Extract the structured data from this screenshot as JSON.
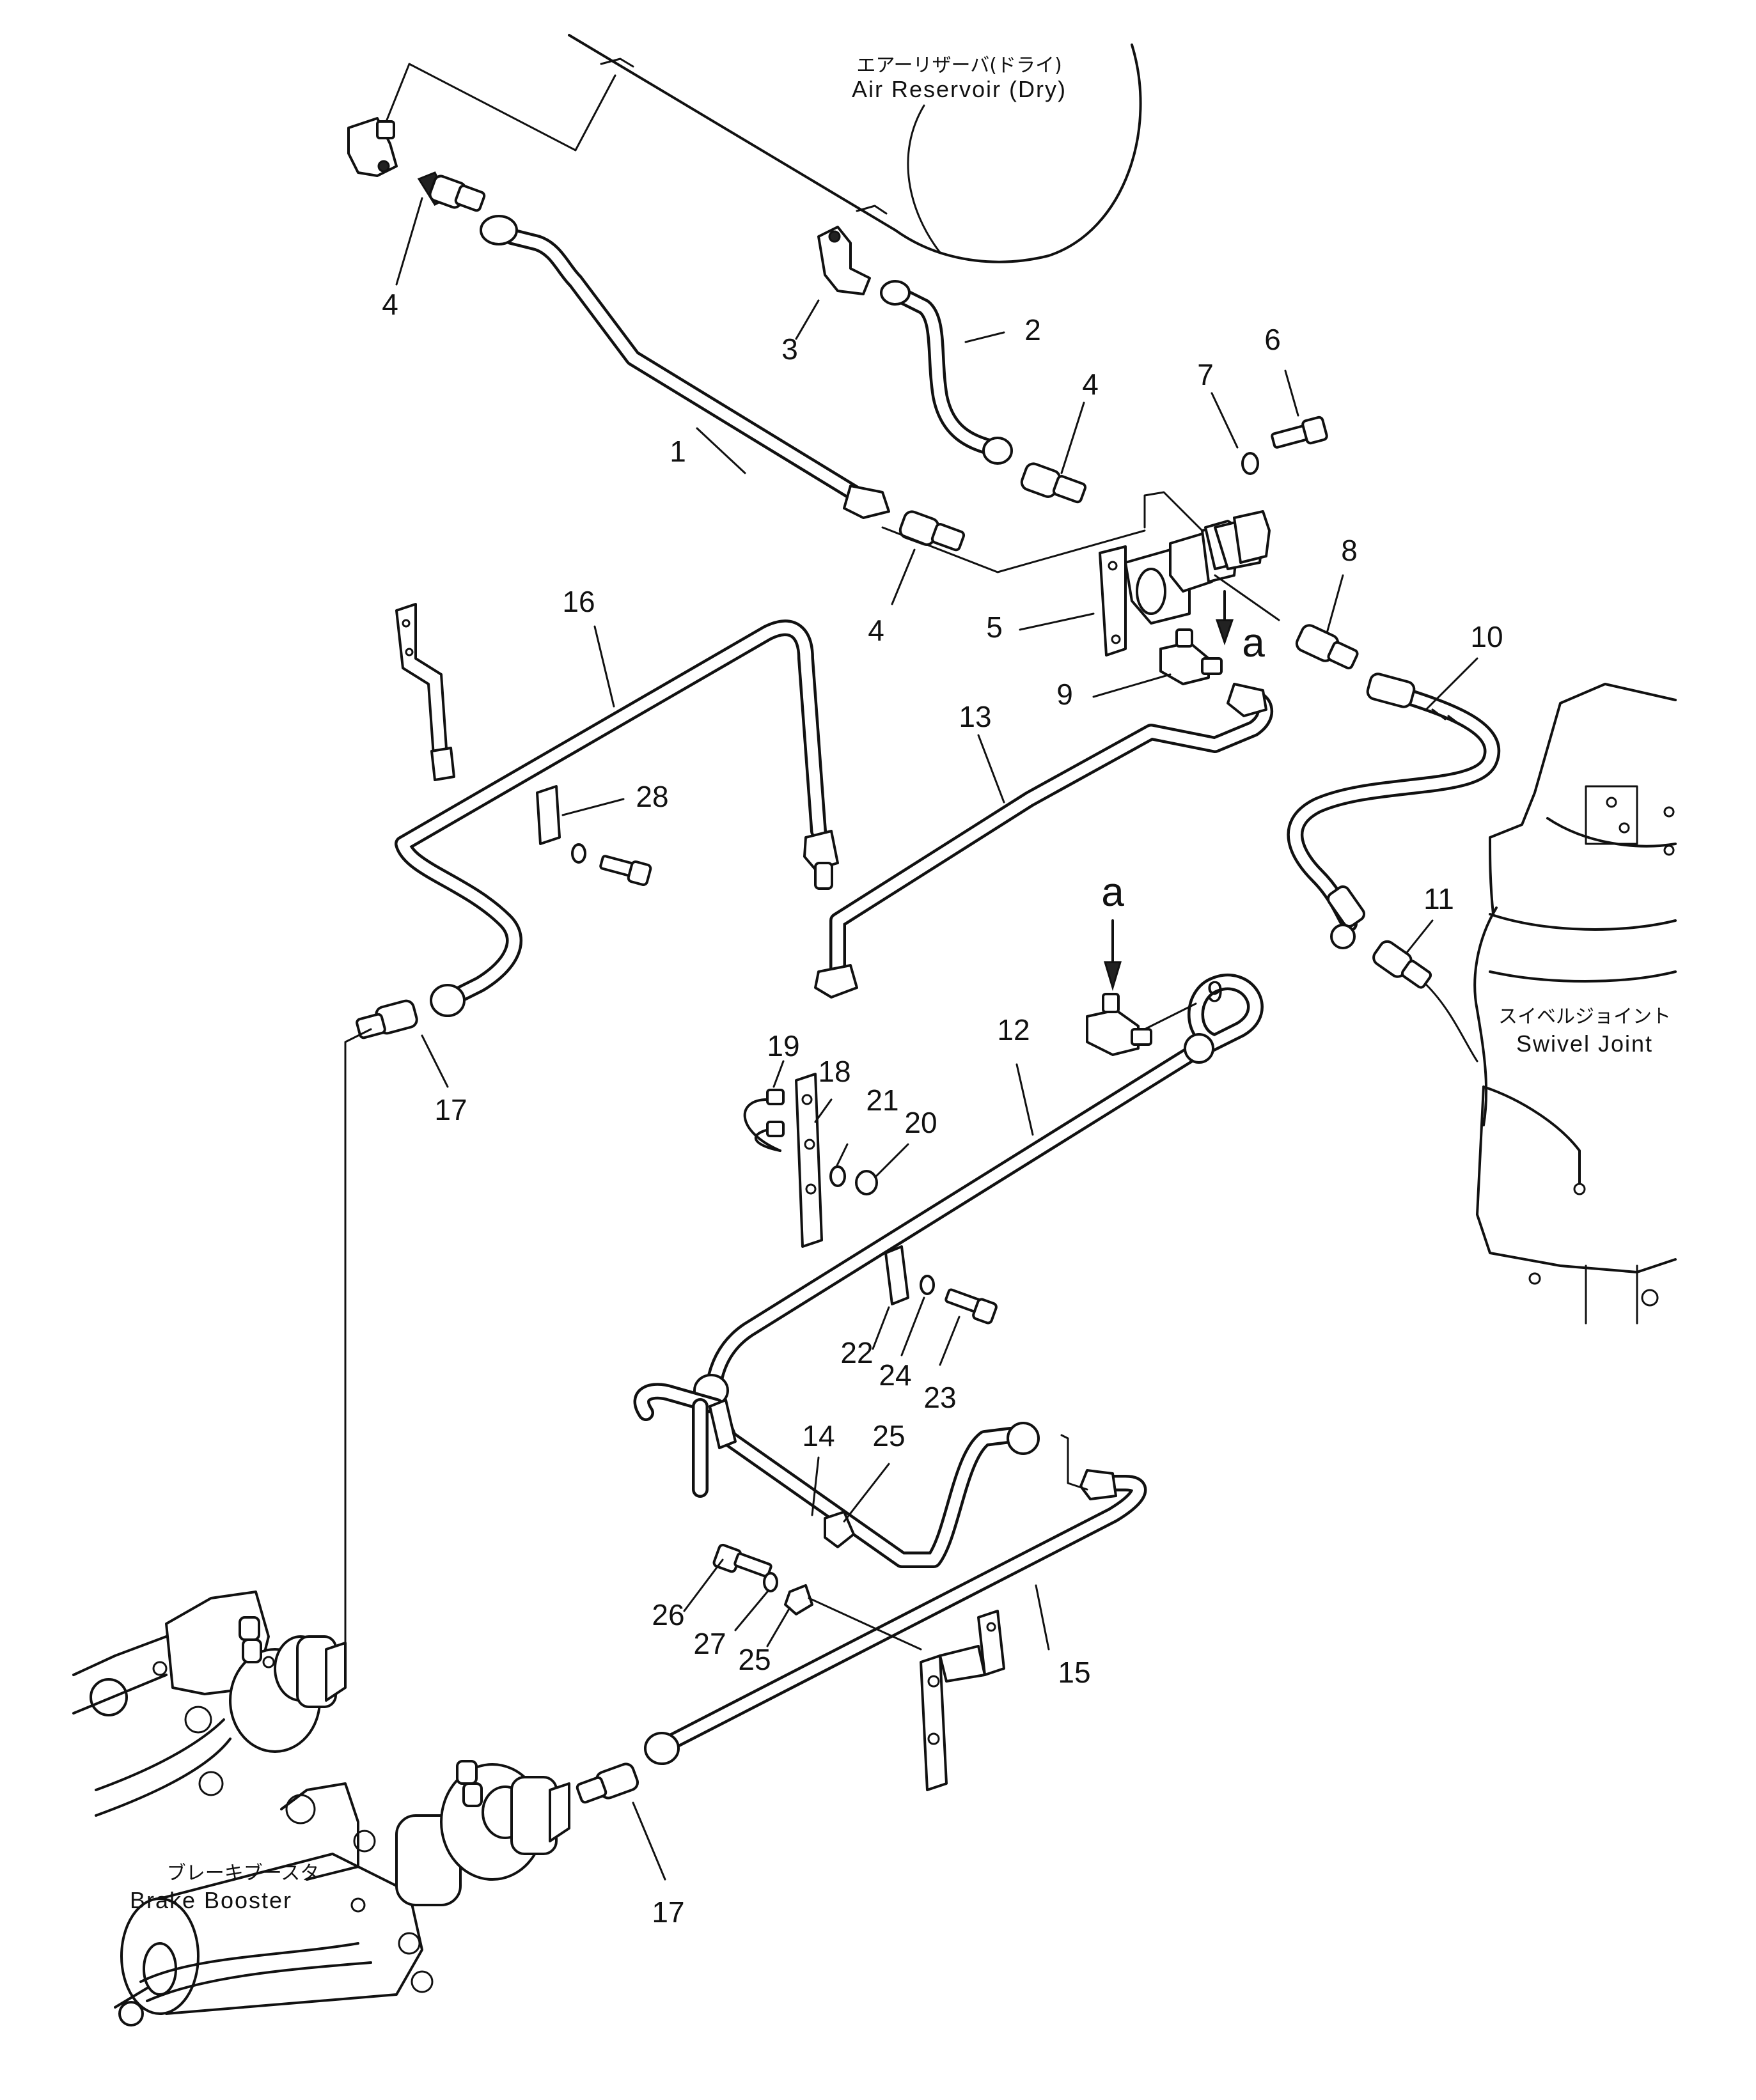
{
  "labels": {
    "reservoir_jp": "エアーリザーバ(ドライ)",
    "reservoir_en": "Air Reservoir (Dry)",
    "swivel_jp": "スイベルジョイント",
    "swivel_en": "Swivel Joint",
    "booster_jp": "ブレーキブースタ",
    "booster_en": "Brake Booster",
    "view_a": "a"
  },
  "callouts": [
    "1",
    "2",
    "3",
    "4",
    "5",
    "6",
    "7",
    "8",
    "9",
    "10",
    "11",
    "12",
    "13",
    "14",
    "15",
    "16",
    "17",
    "18",
    "19",
    "20",
    "21",
    "22",
    "23",
    "24",
    "25",
    "26",
    "27",
    "28"
  ]
}
